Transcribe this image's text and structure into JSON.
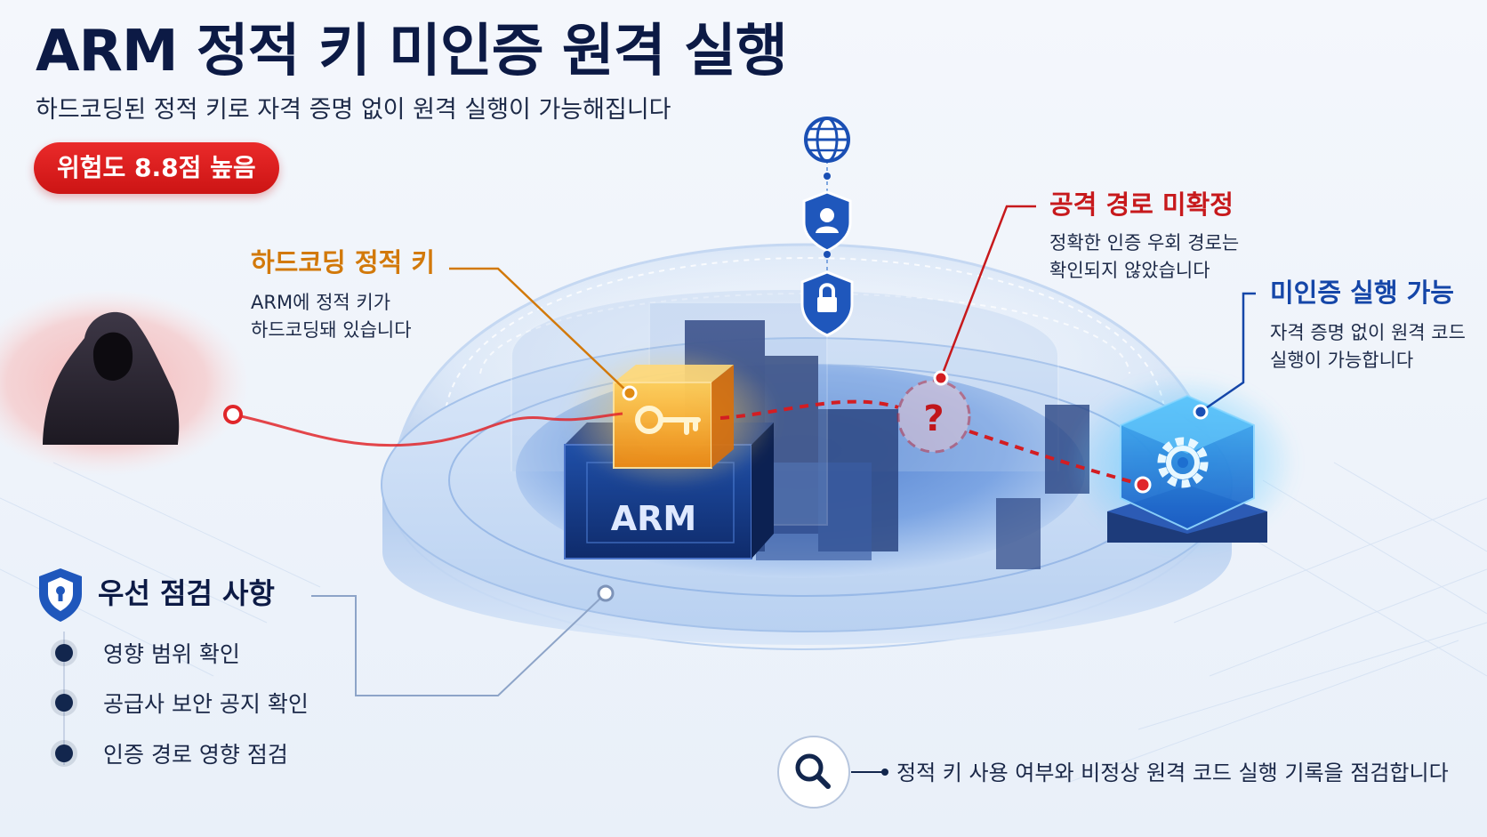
{
  "header": {
    "title": "ARM 정적 키 미인증 원격 실행",
    "subtitle": "하드코딩된 정적 키로 자격 증명 없이 원격 실행이 가능해집니다",
    "risk_badge": "위험도 8.8점 높음"
  },
  "callouts": {
    "static_key": {
      "title": "하드코딩 정적 키",
      "lines": [
        "ARM에 정적 키가",
        "하드코딩돼 있습니다"
      ]
    },
    "attack_route": {
      "title": "공격 경로 미확정",
      "lines": [
        "정확한 인증 우회 경로는",
        "확인되지 않았습니다"
      ]
    },
    "unauth_exec": {
      "title": "미인증 실행 가능",
      "lines": [
        "자격 증명 없이 원격 코드",
        "실행이 가능합니다"
      ]
    }
  },
  "device": {
    "label": "ARM",
    "unknown_glyph": "?"
  },
  "priority_checks": {
    "title": "우선 점검 사항",
    "items": [
      "영향 범위 확인",
      "공급사 보안 공지 확인",
      "인증 경로 영향 점검"
    ]
  },
  "bottom_note": "정적 키 사용 여부와 비정상 원격 코드 실행 기록을 점검합니다",
  "icons": {
    "globe": "globe-icon",
    "user_shield": "user-shield-icon",
    "lock_shield": "lock-shield-icon",
    "key": "key-icon",
    "question": "question-icon",
    "gear": "gear-icon",
    "attacker": "hooded-attacker-icon",
    "shield": "shield-icon",
    "search": "search-icon"
  },
  "colors": {
    "navy": "#0c1a45",
    "danger_red": "#d51b1b",
    "key_orange": "#e08a12",
    "accent_blue": "#1a4fb4",
    "glow_cyan": "#3fb6ff"
  }
}
